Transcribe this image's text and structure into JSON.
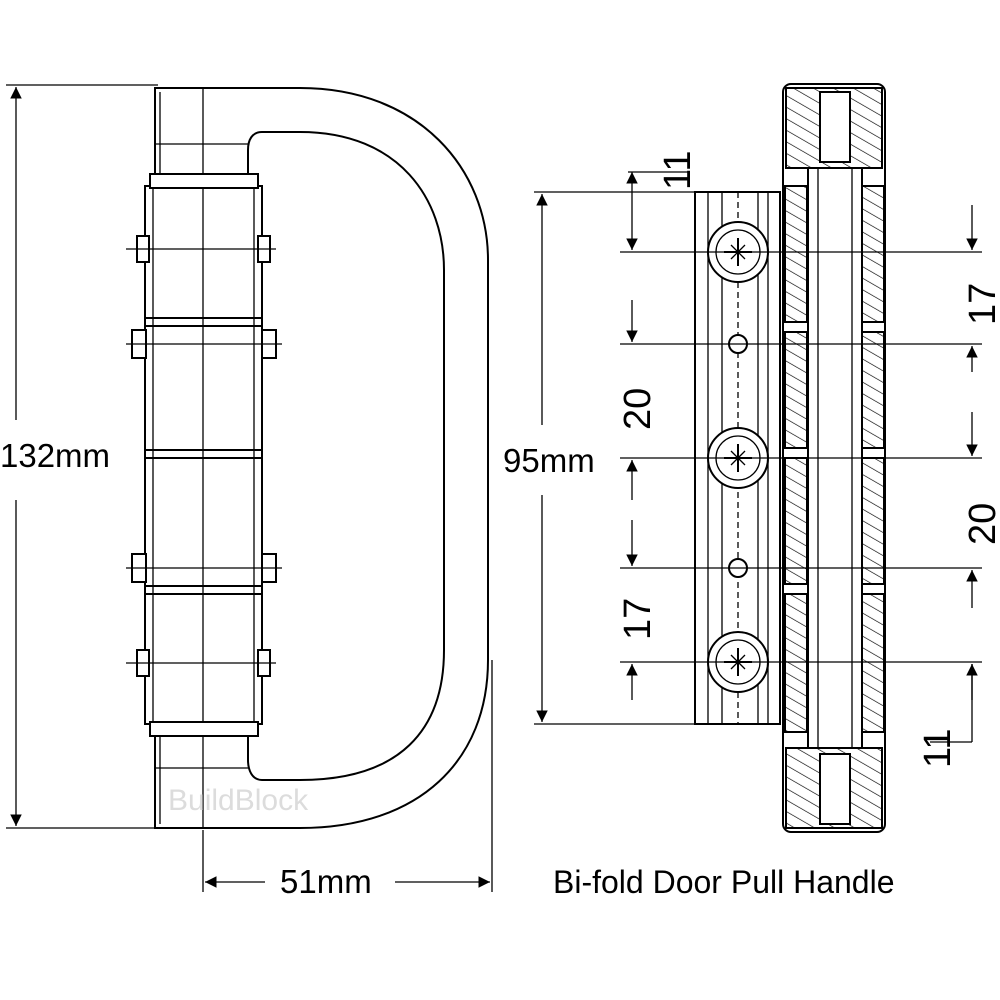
{
  "title": "Bi-fold Door Pull Handle",
  "watermark": "BuildBlock",
  "dimensions": {
    "overall_height": "132mm",
    "fixing_length": "95mm",
    "projection": "51mm",
    "end_offset_top": "11",
    "end_offset_bottom": "11",
    "spacing_a": "17",
    "spacing_b": "20",
    "spacing_c": "20",
    "spacing_d": "17"
  }
}
